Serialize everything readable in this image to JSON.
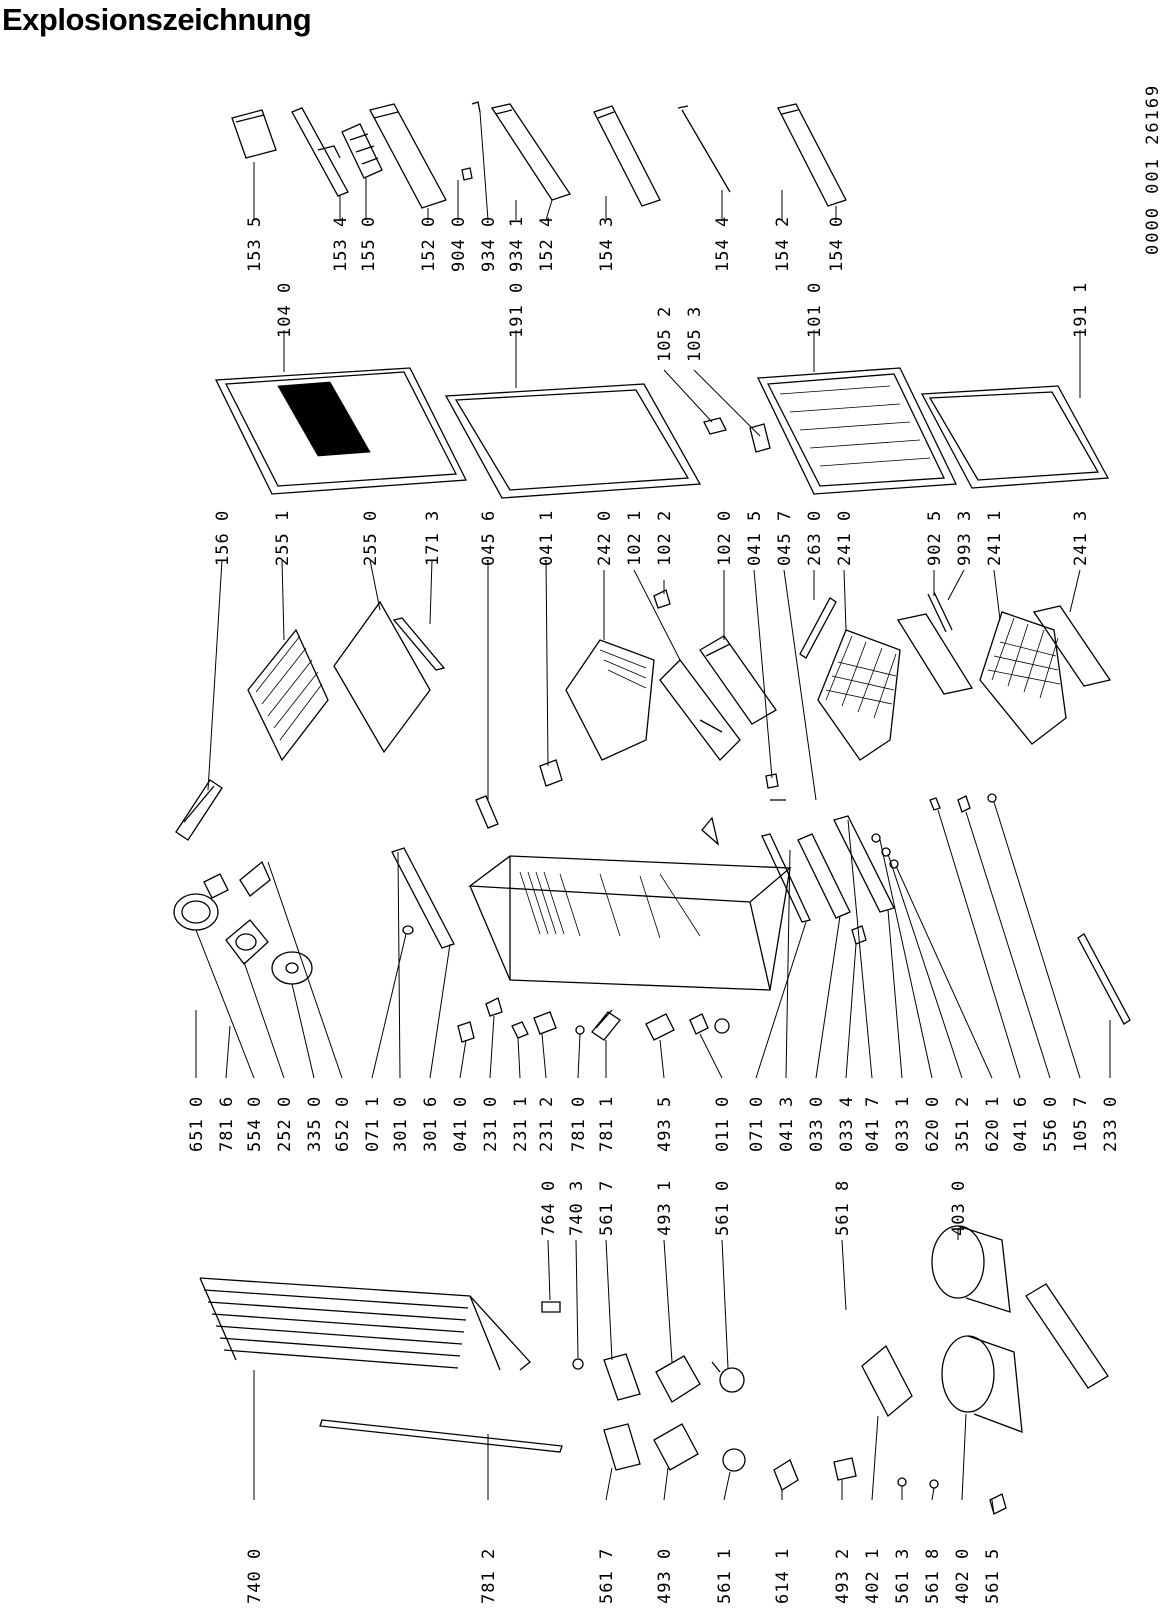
{
  "title": "Explosionszeichnung",
  "document_number": "0000 001 26169",
  "part_labels": [
    "153 5",
    "153 4",
    "155 0",
    "152 0",
    "904 0",
    "934 0",
    "934 1",
    "152 4",
    "154 3",
    "154 4",
    "154 2",
    "154 0",
    "104 0",
    "191 0",
    "105 2",
    "105 3",
    "101 0",
    "191 1",
    "156 0",
    "255 1",
    "255 0",
    "171 3",
    "045 6",
    "041 1",
    "242 0",
    "102 1",
    "102 2",
    "102 0",
    "041 5",
    "045 7",
    "263 0",
    "241 0",
    "902 5",
    "993 3",
    "241 1",
    "241 3",
    "651 0",
    "781 6",
    "554 0",
    "252 0",
    "335 0",
    "652 0",
    "071 1",
    "301 0",
    "301 6",
    "041 0",
    "231 0",
    "231 1",
    "231 2",
    "781 0",
    "781 1",
    "493 5",
    "011 0",
    "071 0",
    "041 3",
    "033 0",
    "033 4",
    "041 7",
    "033 1",
    "620 0",
    "351 2",
    "620 1",
    "041 6",
    "556 0",
    "105 7",
    "233 0",
    "764 0",
    "740 3",
    "561 7",
    "493 1",
    "561 0",
    "561 8",
    "403 0",
    "740 0",
    "781 2",
    "561 7",
    "493 0",
    "561 1",
    "614 1",
    "493 2",
    "402 1",
    "561 3",
    "561 8",
    "402 0",
    "561 5"
  ]
}
